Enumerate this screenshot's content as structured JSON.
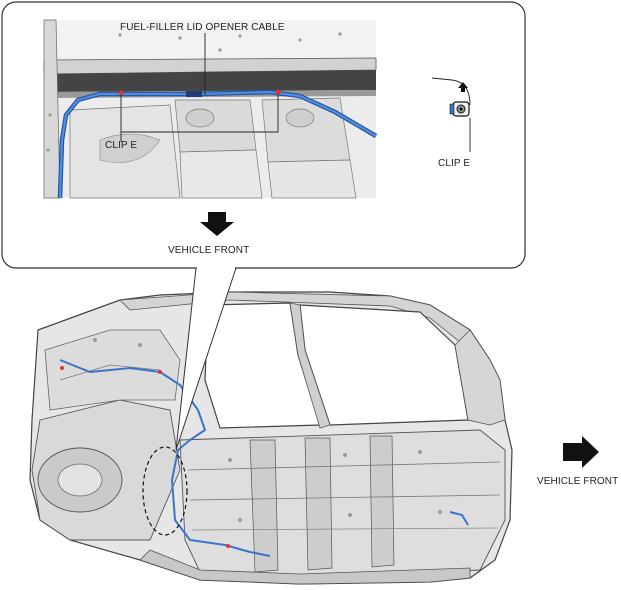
{
  "callout": {
    "cable_label": "FUEL-FILLER LID OPENER CABLE",
    "clip_label": "CLIP E",
    "direction_label": "VEHICLE FRONT"
  },
  "detail": {
    "clip_label": "CLIP E"
  },
  "main": {
    "direction_label": "VEHICLE FRONT"
  },
  "colors": {
    "cable": "#3a74c8",
    "clip_dot": "#e0303a",
    "frame": "#333333",
    "body_fill": "#e6e6e6",
    "body_shade": "#c7c7c7"
  },
  "icons": {
    "direction_arrow": "arrow-icon",
    "clip": "clip-icon"
  }
}
